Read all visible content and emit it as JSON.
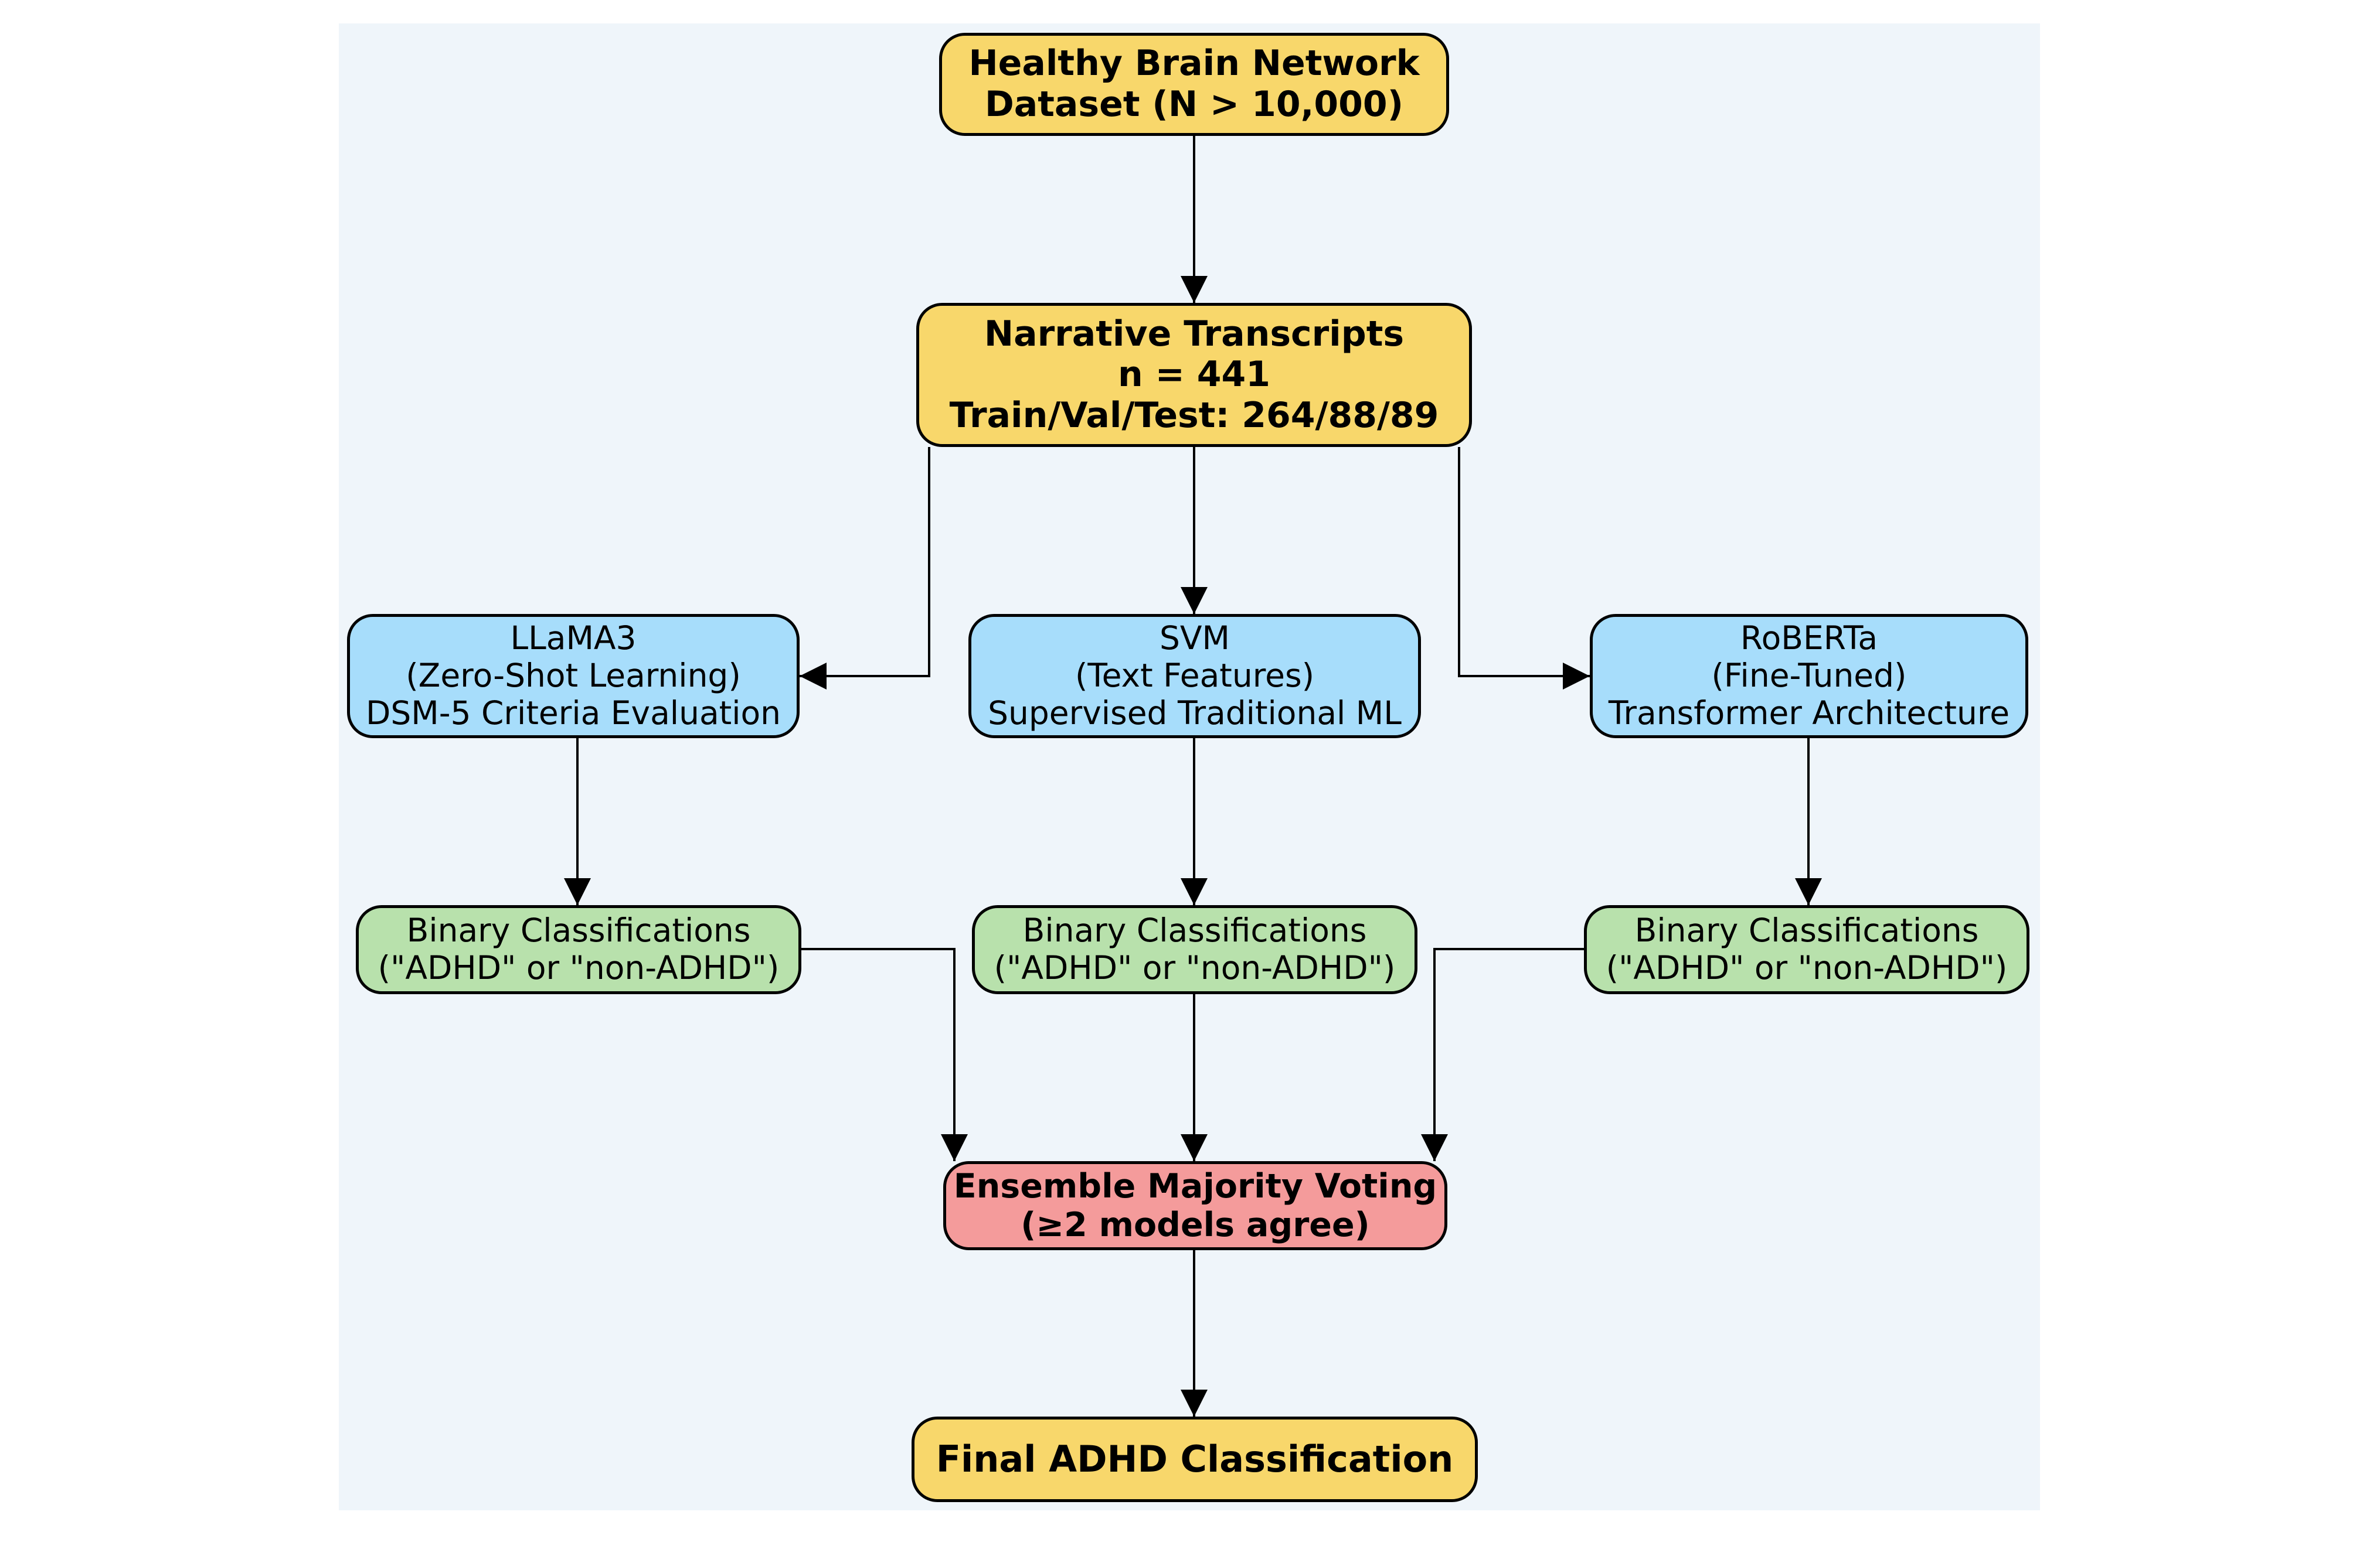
{
  "colors": {
    "background": "#eff5fa",
    "data_node": "#f8d76b",
    "model_node": "#a7ddfb",
    "classification_node": "#b8e1ac",
    "ensemble_node": "#f49b9b",
    "border": "#000000",
    "arrow": "#000000"
  },
  "nodes": {
    "dataset": {
      "lines": [
        "Healthy Brain Network",
        "Dataset (N > 10,000)"
      ]
    },
    "transcripts": {
      "lines": [
        "Narrative Transcripts",
        "n = 441",
        "Train/Val/Test: 264/88/89"
      ]
    },
    "llama": {
      "lines": [
        "LLaMA3",
        "(Zero-Shot Learning)",
        "DSM-5 Criteria Evaluation"
      ]
    },
    "svm": {
      "lines": [
        "SVM",
        "(Text Features)",
        "Supervised Traditional ML"
      ]
    },
    "roberta": {
      "lines": [
        "RoBERTa",
        "(Fine-Tuned)",
        "Transformer Architecture"
      ]
    },
    "bin_llama": {
      "lines": [
        "Binary Classifications",
        "(\"ADHD\" or \"non-ADHD\")"
      ]
    },
    "bin_svm": {
      "lines": [
        "Binary Classifications",
        "(\"ADHD\" or \"non-ADHD\")"
      ]
    },
    "bin_roberta": {
      "lines": [
        "Binary Classifications",
        "(\"ADHD\" or \"non-ADHD\")"
      ]
    },
    "ensemble": {
      "lines": [
        "Ensemble Majority Voting",
        "(≥2 models agree)"
      ]
    },
    "final": {
      "lines": [
        "Final ADHD Classification"
      ]
    }
  },
  "edges": [
    {
      "from": "dataset",
      "to": "transcripts"
    },
    {
      "from": "transcripts",
      "to": "llama"
    },
    {
      "from": "transcripts",
      "to": "svm"
    },
    {
      "from": "transcripts",
      "to": "roberta"
    },
    {
      "from": "llama",
      "to": "bin_llama"
    },
    {
      "from": "svm",
      "to": "bin_svm"
    },
    {
      "from": "roberta",
      "to": "bin_roberta"
    },
    {
      "from": "bin_llama",
      "to": "ensemble"
    },
    {
      "from": "bin_svm",
      "to": "ensemble"
    },
    {
      "from": "bin_roberta",
      "to": "ensemble"
    },
    {
      "from": "ensemble",
      "to": "final"
    }
  ]
}
